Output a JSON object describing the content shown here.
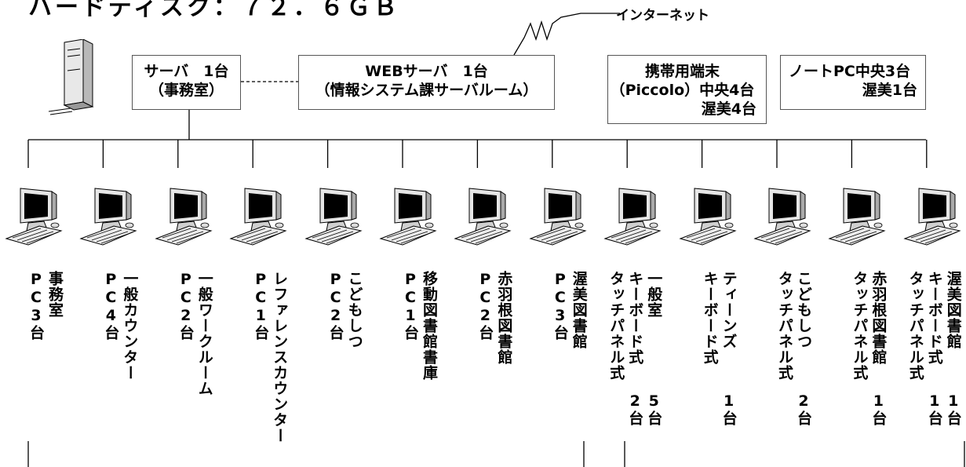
{
  "title": "ハードディスク：７２．６ＧＢ",
  "internet_label": "インターネット",
  "boxes": {
    "server": [
      "サーバ　1台",
      "（事務室）"
    ],
    "web": [
      "WEBサーバ　1台",
      "（情報システム課サーバルーム）"
    ],
    "mobile": [
      "携帯用端末",
      "（Piccolo）中央4台",
      "渥美4台"
    ],
    "notepc": [
      "ノートPC中央3台",
      "渥美1台"
    ]
  },
  "terminals": [
    {
      "cols": [
        "事務室",
        "PC3台"
      ]
    },
    {
      "cols": [
        "一般カウンター",
        "PC4台"
      ]
    },
    {
      "cols": [
        "一般ワークルーム",
        "PC2台"
      ]
    },
    {
      "cols": [
        "レファレンスカウンター",
        "PC1台"
      ]
    },
    {
      "cols": [
        "こどもしつ",
        "PC2台"
      ]
    },
    {
      "cols": [
        "移動図書館書庫",
        "PC1台"
      ]
    },
    {
      "cols": [
        "赤羽根図書館",
        "PC2台"
      ]
    },
    {
      "cols": [
        "渥美図書館",
        "PC3台"
      ]
    },
    {
      "cols": [
        "一般室",
        "キーボード式",
        "タッチパネル式"
      ],
      "counts": [
        "5台",
        "2台"
      ]
    },
    {
      "cols": [
        "ティーンズ",
        "キーボード式"
      ],
      "counts": [
        "1台"
      ]
    },
    {
      "cols": [
        "こどもしつ",
        "タッチパネル式"
      ],
      "counts": [
        "2台"
      ]
    },
    {
      "cols": [
        "赤羽根図書館",
        "タッチパネル式"
      ],
      "counts": [
        "1台"
      ]
    },
    {
      "cols": [
        "渥美図書館",
        "キーボード式",
        "タッチパネル式"
      ],
      "counts": [
        "1台",
        "1台"
      ]
    }
  ]
}
